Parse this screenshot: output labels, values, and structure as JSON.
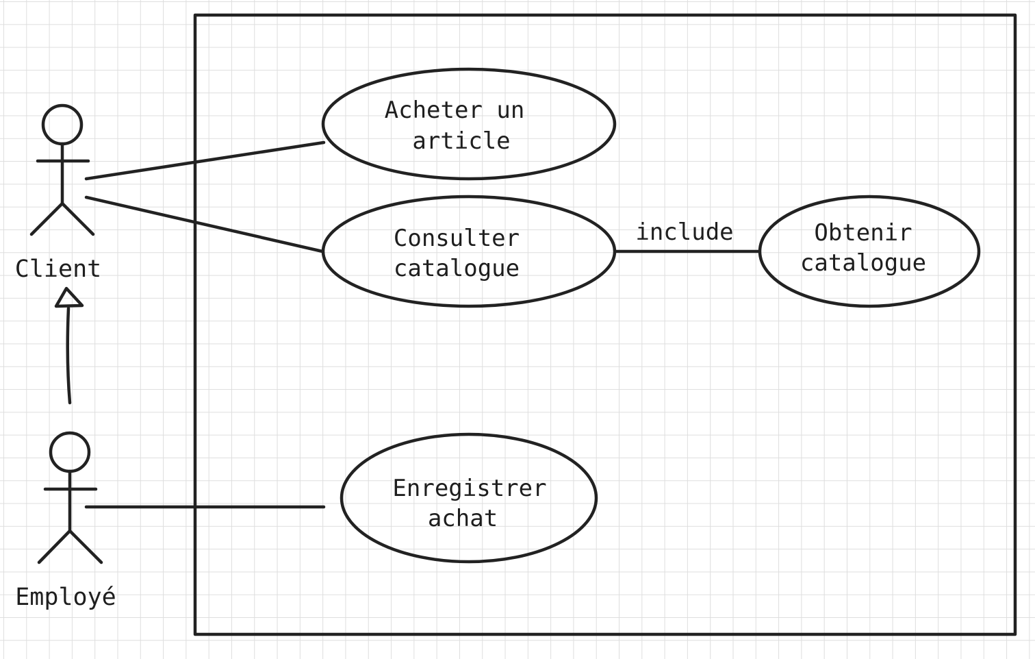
{
  "actors": {
    "client": {
      "label": "Client"
    },
    "employe": {
      "label": "Employé"
    }
  },
  "use_cases": {
    "acheter": {
      "line1": "Acheter un",
      "line2": "article"
    },
    "consulter": {
      "line1": "Consulter",
      "line2": "catalogue"
    },
    "obtenir": {
      "line1": "Obtenir",
      "line2": "catalogue"
    },
    "enregistrer": {
      "line1": "Enregistrer",
      "line2": "achat"
    }
  },
  "relations": {
    "include_label": "include"
  },
  "colors": {
    "stroke": "#222222",
    "grid": "#dedede",
    "background": "#ffffff"
  }
}
